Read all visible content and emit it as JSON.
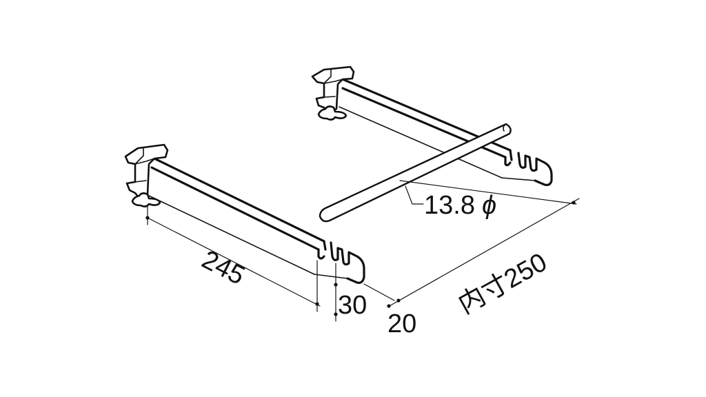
{
  "dimensions": {
    "length": "245",
    "height": "30",
    "offset": "20",
    "inner_width": "内寸250",
    "rod_diameter": "13.8",
    "diameter_symbol": "ϕ"
  }
}
